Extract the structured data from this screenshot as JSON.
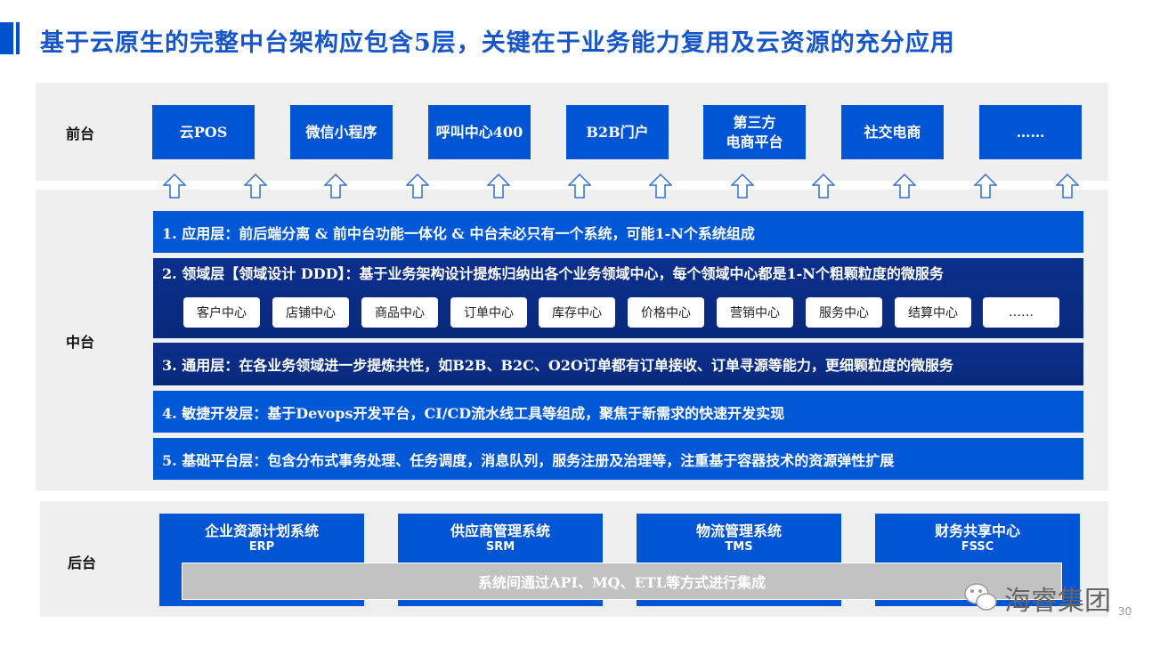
{
  "title": "基于云原生的完整中台架构应包含5层，关键在于业务能力复用及云资源的充分应用",
  "front": {
    "label": "前台",
    "items": [
      "云POS",
      "微信小程序",
      "呼叫中心400",
      "B2B门户",
      "第三方\n电商平台",
      "社交电商",
      "……"
    ]
  },
  "middle": {
    "label": "中台",
    "layers": [
      "1. 应用层：前后端分离 & 前中台功能一体化 & 中台未必只有一个系统，可能1-N个系统组成",
      "2. 领域层【领域设计 DDD】：基于业务架构设计提炼归纳出各个业务领域中心，每个领域中心都是1-N个粗颗粒度的微服务",
      "3. 通用层：在各业务领域进一步提炼共性，如B2B、B2C、O2O订单都有订单接收、订单寻源等能力，更细颗粒度的微服务",
      "4. 敏捷开发层：基于Devops开发平台，CI/CD流水线工具等组成，聚焦于新需求的快速开发实现",
      "5. 基础平台层：包含分布式事务处理、任务调度，消息队列，服务注册及治理等，注重基于容器技术的资源弹性扩展"
    ],
    "domains": [
      "客户中心",
      "店铺中心",
      "商品中心",
      "订单中心",
      "库存中心",
      "价格中心",
      "营销中心",
      "服务中心",
      "结算中心",
      "……"
    ]
  },
  "back": {
    "label": "后台",
    "systems": [
      {
        "name": "企业资源计划系统",
        "code": "ERP"
      },
      {
        "name": "供应商管理系统",
        "code": "SRM"
      },
      {
        "name": "物流管理系统",
        "code": "TMS"
      },
      {
        "name": "财务共享中心",
        "code": "FSSC"
      }
    ],
    "integration": "系统间通过API、MQ、ETL等方式进行集成"
  },
  "watermark": "海睿集团",
  "page_number": "30"
}
